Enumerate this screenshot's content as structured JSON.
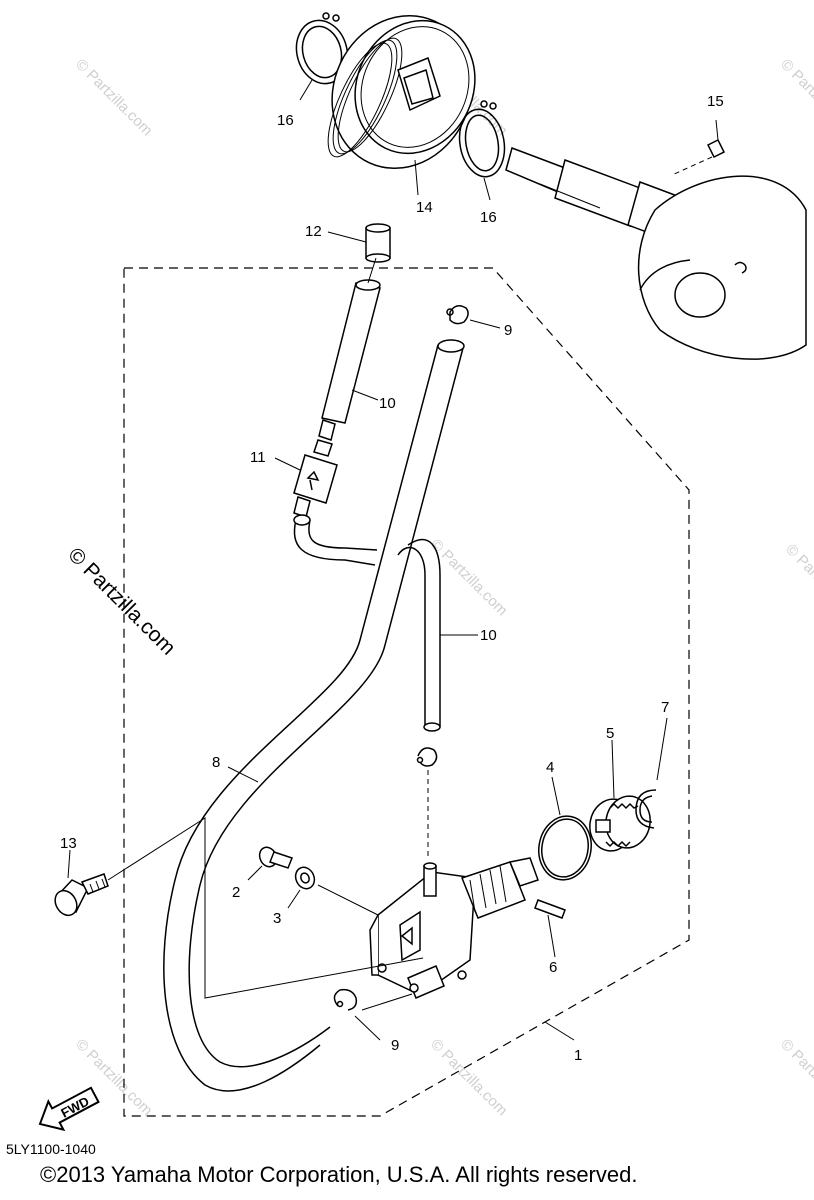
{
  "watermark": {
    "main": "© Partzilla.com",
    "repeat": "© Partzilla.com"
  },
  "callouts": {
    "c1": "1",
    "c2": "2",
    "c3": "3",
    "c4": "4",
    "c5": "5",
    "c6": "6",
    "c7": "7",
    "c8": "8",
    "c9a": "9",
    "c9b": "9",
    "c10a": "10",
    "c10b": "10",
    "c11": "11",
    "c12": "12",
    "c13": "13",
    "c14": "14",
    "c15": "15",
    "c16a": "16",
    "c16b": "16"
  },
  "fwd_label": "FWD",
  "drawing_code": "5LY1100-1040",
  "copyright": "©2013  Yamaha Motor Corporation, U.S.A. All rights reserved."
}
